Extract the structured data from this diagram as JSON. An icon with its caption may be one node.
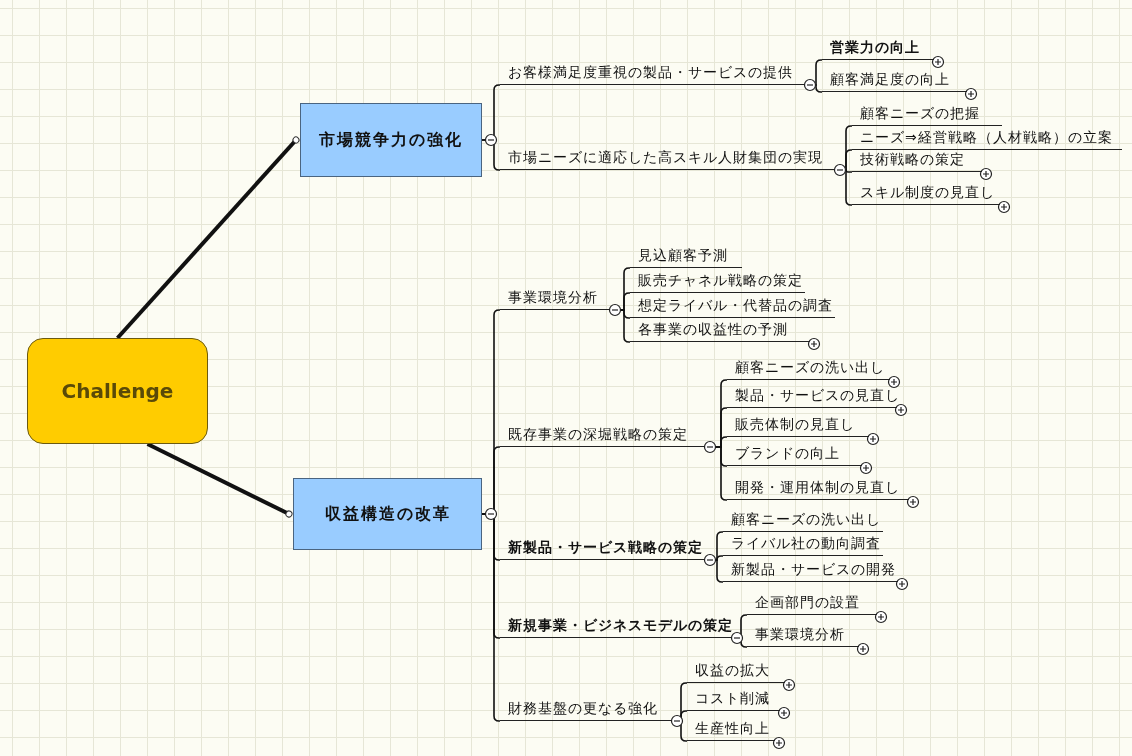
{
  "diagram": {
    "nodes": [
      {
        "text": [
          "Challenge"
        ]
      },
      {
        "text": [
          "市場競争力の強化"
        ]
      },
      {
        "text": [
          "お客様満足度重視の製品・サービスの提供"
        ]
      },
      {
        "text": [
          "営業力の向上"
        ]
      },
      {
        "text": [
          "顧客満足度の向上"
        ]
      },
      {
        "text": [
          "市場ニーズに適応した高スキル人財集団の実現"
        ]
      },
      {
        "text": [
          "顧客ニーズの把握"
        ]
      },
      {
        "text": [
          "ニーズ⇒経営戦略（人材戦略）の立案"
        ]
      },
      {
        "text": [
          "技術戦略の策定"
        ]
      },
      {
        "text": [
          "スキル制度の見直し"
        ]
      },
      {
        "text": [
          "収益構造の改革"
        ]
      },
      {
        "text": [
          "事業環境分析"
        ]
      },
      {
        "text": [
          "見込顧客予測"
        ]
      },
      {
        "text": [
          "販売チャネル戦略の策定"
        ]
      },
      {
        "text": [
          "想定ライバル・代替品の調査"
        ]
      },
      {
        "text": [
          "各事業の収益性の予測"
        ]
      },
      {
        "text": [
          "既存事業の深堀戦略の策定"
        ]
      },
      {
        "text": [
          "顧客ニーズの洗い出し"
        ]
      },
      {
        "text": [
          "製品・サービスの見直し"
        ]
      },
      {
        "text": [
          "販売体制の見直し"
        ]
      },
      {
        "text": [
          "ブランドの向上"
        ]
      },
      {
        "text": [
          "開発・運用体制の見直し"
        ]
      },
      {
        "text": [
          "新製品・サービス戦略の策定"
        ]
      },
      {
        "text": [
          "顧客ニーズの洗い出し"
        ]
      },
      {
        "text": [
          "ライバル社の動向調査"
        ]
      },
      {
        "text": [
          "新製品・サービスの開発"
        ]
      },
      {
        "text": [
          "新規事業・ビジネスモデルの策定"
        ]
      },
      {
        "text": [
          "企画部門の設置"
        ]
      },
      {
        "text": [
          "事業環境分析"
        ]
      },
      {
        "text": [
          "財務基盤の更なる強化"
        ]
      },
      {
        "text": [
          "収益の拡大"
        ]
      },
      {
        "text": [
          "コスト削減"
        ]
      },
      {
        "text": [
          "生産性向上"
        ]
      }
    ],
    "edges": [
      {
        "from": 0,
        "to": 1,
        "arrow": "other",
        "style": "thick"
      },
      {
        "from": 0,
        "to": 10,
        "arrow": "other",
        "style": "thick"
      },
      {
        "from": 1,
        "to": 2,
        "arrow": "none"
      },
      {
        "from": 1,
        "to": 5,
        "arrow": "none"
      },
      {
        "from": 2,
        "to": 3,
        "arrow": "none"
      },
      {
        "from": 2,
        "to": 4,
        "arrow": "none"
      },
      {
        "from": 5,
        "to": 6,
        "arrow": "none"
      },
      {
        "from": 5,
        "to": 7,
        "arrow": "none"
      },
      {
        "from": 5,
        "to": 8,
        "arrow": "none"
      },
      {
        "from": 5,
        "to": 9,
        "arrow": "none"
      },
      {
        "from": 10,
        "to": 11,
        "arrow": "none"
      },
      {
        "from": 10,
        "to": 16,
        "arrow": "none"
      },
      {
        "from": 10,
        "to": 22,
        "arrow": "none"
      },
      {
        "from": 10,
        "to": 26,
        "arrow": "none"
      },
      {
        "from": 10,
        "to": 29,
        "arrow": "none"
      },
      {
        "from": 11,
        "to": 12,
        "arrow": "none"
      },
      {
        "from": 11,
        "to": 13,
        "arrow": "none"
      },
      {
        "from": 11,
        "to": 14,
        "arrow": "none"
      },
      {
        "from": 11,
        "to": 15,
        "arrow": "none"
      },
      {
        "from": 16,
        "to": 17,
        "arrow": "none"
      },
      {
        "from": 16,
        "to": 18,
        "arrow": "none"
      },
      {
        "from": 16,
        "to": 19,
        "arrow": "none"
      },
      {
        "from": 16,
        "to": 20,
        "arrow": "none"
      },
      {
        "from": 16,
        "to": 21,
        "arrow": "none"
      },
      {
        "from": 22,
        "to": 23,
        "arrow": "none"
      },
      {
        "from": 22,
        "to": 24,
        "arrow": "none"
      },
      {
        "from": 22,
        "to": 25,
        "arrow": "none"
      },
      {
        "from": 26,
        "to": 27,
        "arrow": "none"
      },
      {
        "from": 26,
        "to": 28,
        "arrow": "none"
      },
      {
        "from": 29,
        "to": 30,
        "arrow": "none"
      },
      {
        "from": 29,
        "to": 31,
        "arrow": "none"
      },
      {
        "from": 29,
        "to": 32,
        "arrow": "none"
      }
    ]
  }
}
